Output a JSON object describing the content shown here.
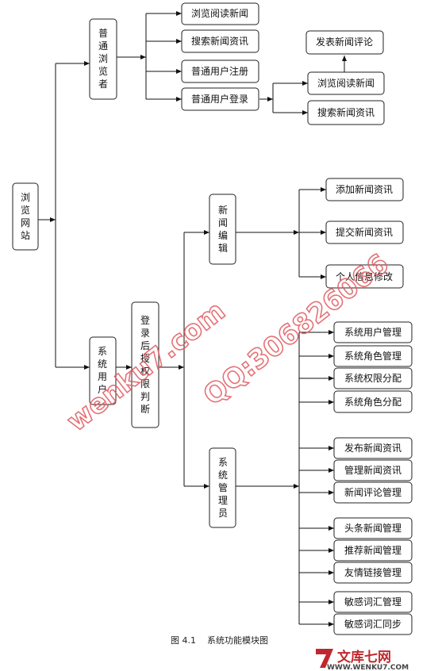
{
  "diagram": {
    "root": "浏览网站",
    "ordinary_browser": "普通浏览者",
    "browse_news": "浏览阅读新闻",
    "search_news": "搜索新闻资讯",
    "user_register": "普通用户注册",
    "user_login": "普通用户登录",
    "post_comment": "发表新闻评论",
    "login_browse_news": "浏览阅读新闻",
    "login_search_news": "搜索新闻资讯",
    "system_user": "系统用户",
    "login_auth": "登录后授权限判断",
    "news_editor": "新闻编辑",
    "add_news": "添加新闻资讯",
    "submit_news": "提交新闻资讯",
    "edit_profile": "个人信息修改",
    "sys_admin": "系统管理员",
    "admin_items": [
      "系统用户管理",
      "系统角色管理",
      "系统权限分配",
      "系统角色分配",
      "发布新闻资讯",
      "管理新闻资讯",
      "新闻评论管理",
      "头条新闻管理",
      "推荐新闻管理",
      "友情链接管理",
      "敏感词汇管理",
      "敏感词汇同步"
    ],
    "caption": "图 4.1    系统功能模块图"
  },
  "watermark": {
    "site": "wenku7.com",
    "qq": "QQ:306826066"
  },
  "logo": {
    "mark": "7",
    "name": "文库七网",
    "url": "WWW.WENKU7.COM",
    "accent_color": "#c0282e"
  }
}
